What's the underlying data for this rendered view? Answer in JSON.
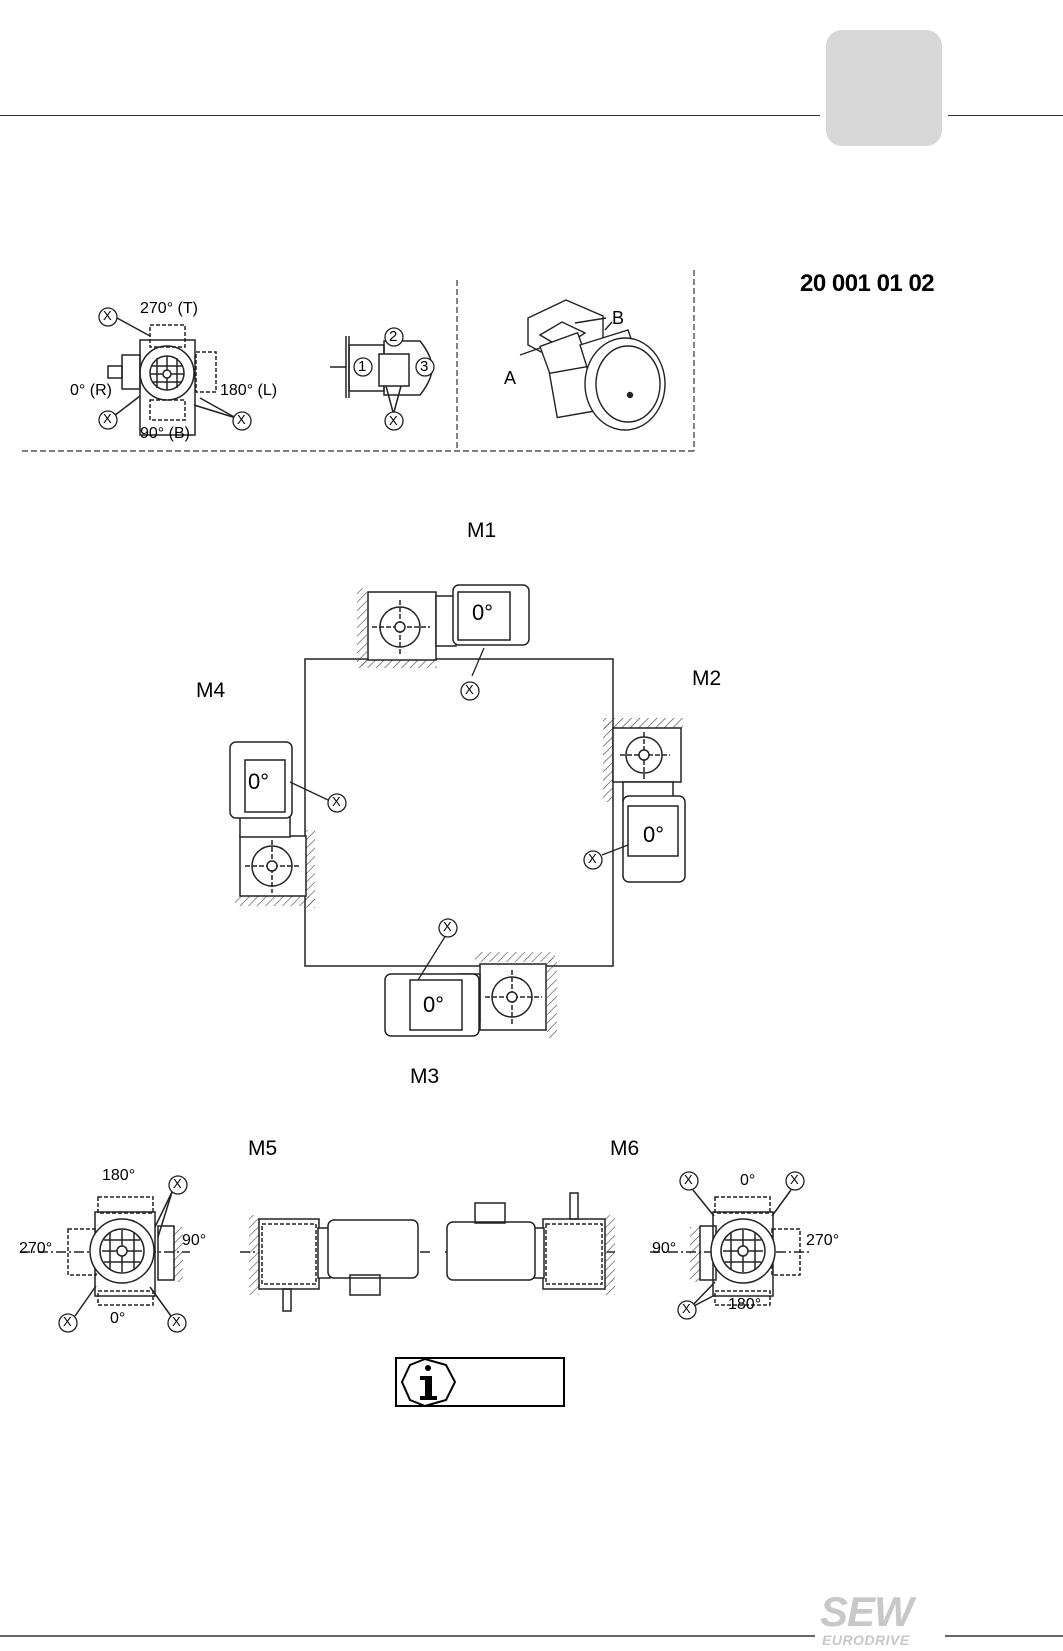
{
  "header": {
    "doc_number": "20 001 01 02"
  },
  "legend": {
    "pos_270": "270° (T)",
    "pos_0": "0° (R)",
    "pos_180": "180° (L)",
    "pos_90": "90° (B)",
    "x_mark": "X",
    "num_1": "1",
    "num_2": "2",
    "num_3": "3",
    "side_a": "A",
    "side_b": "B"
  },
  "mounting": {
    "m1": "M1",
    "m2": "M2",
    "m3": "M3",
    "m4": "M4",
    "m5": "M5",
    "m6": "M6",
    "motor_angle": "0°"
  },
  "m5_view": {
    "top": "180°",
    "left": "270°",
    "right": "90°",
    "bottom": "0°"
  },
  "m6_view": {
    "top": "0°",
    "left": "90°",
    "right": "270°",
    "bottom": "180°"
  },
  "footer": {
    "logo_main": "SEW",
    "logo_sub": "EURODRIVE"
  }
}
